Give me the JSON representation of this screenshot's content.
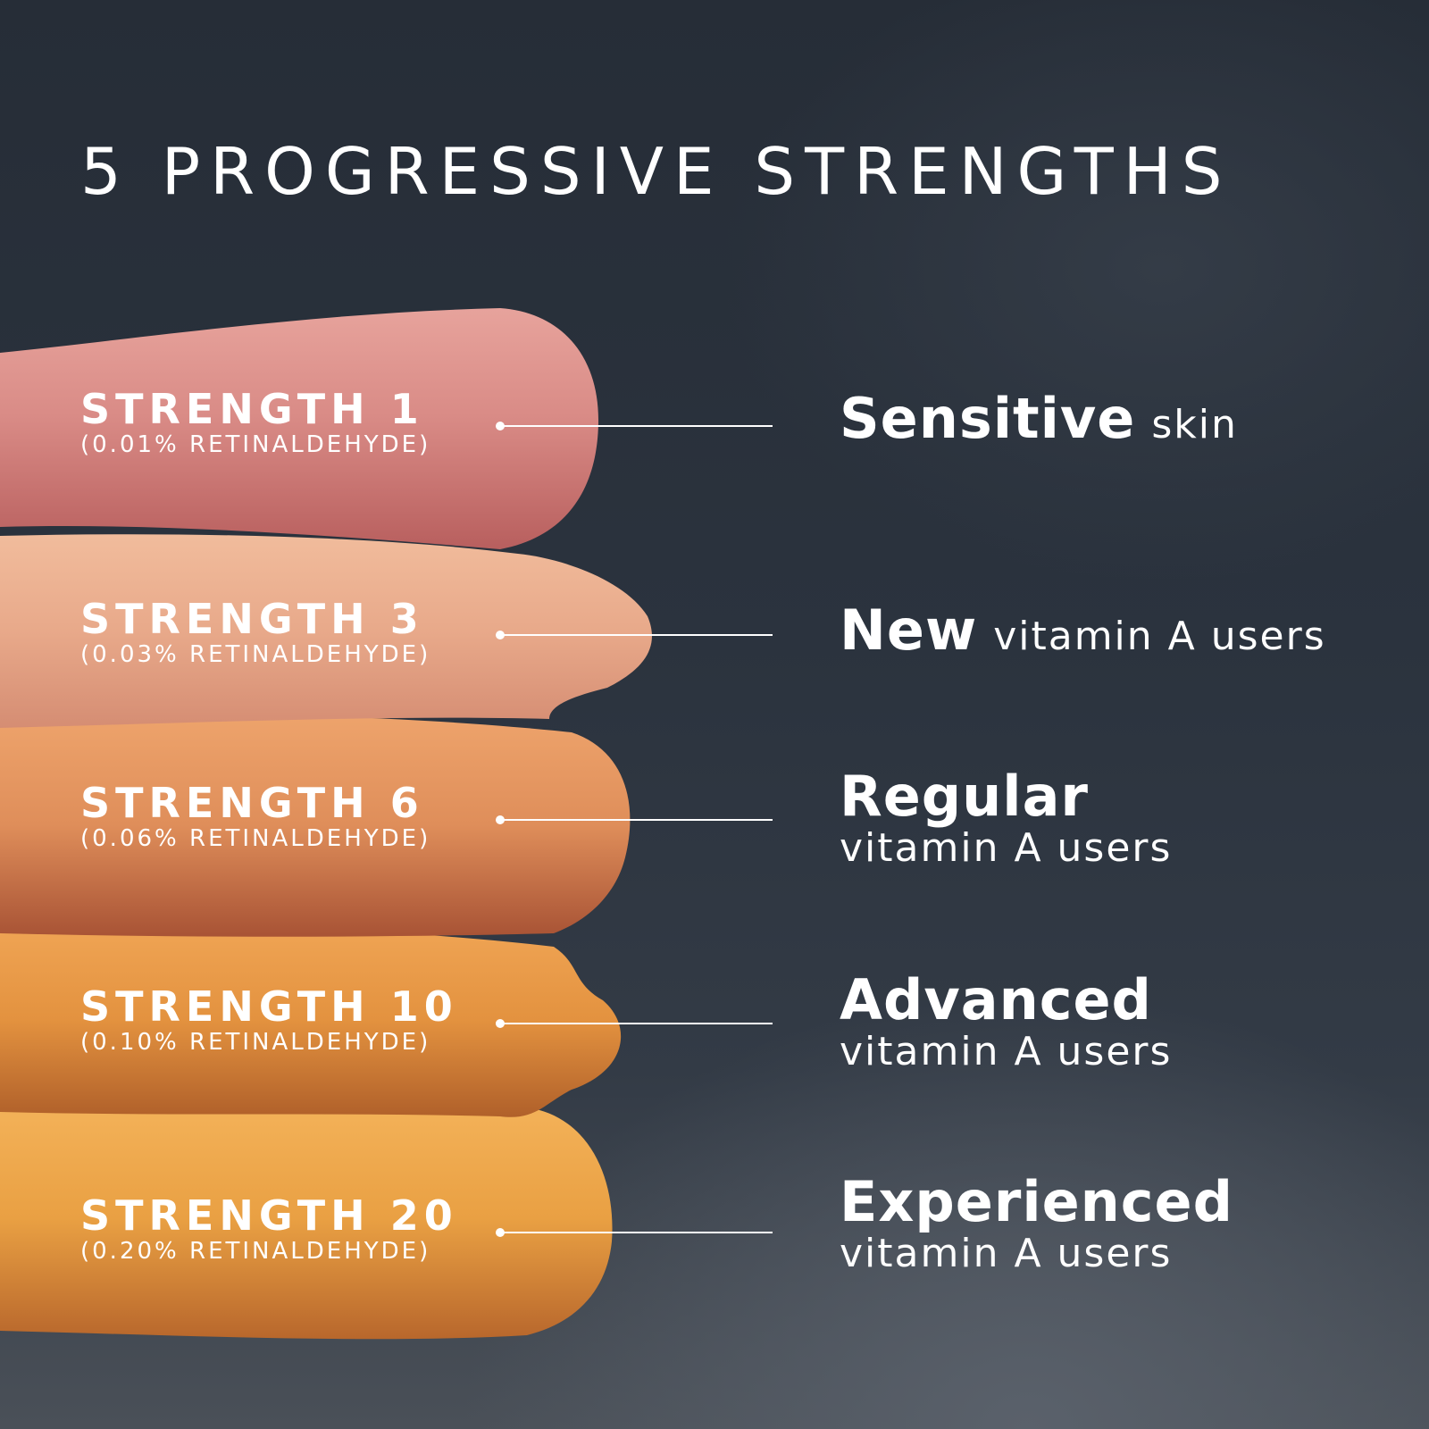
{
  "title": "5 PROGRESSIVE STRENGTHS",
  "colors": {
    "background": "#2a323d",
    "strength_1": "#d98b86",
    "strength_3": "#e8a98a",
    "strength_6": "#df8e5a",
    "strength_10": "#e3923f",
    "strength_20": "#e9a043",
    "text": "#ffffff"
  },
  "strengths": [
    {
      "name": "STRENGTH 1",
      "concentration": "(0.01% RETINALDEHYDE)",
      "audience_strong": "Sensitive",
      "audience_rest": "skin"
    },
    {
      "name": "STRENGTH 3",
      "concentration": "(0.03% RETINALDEHYDE)",
      "audience_strong": "New",
      "audience_rest": "vitamin A users"
    },
    {
      "name": "STRENGTH 6",
      "concentration": "(0.06% RETINALDEHYDE)",
      "audience_strong": "Regular",
      "audience_rest": "vitamin A users"
    },
    {
      "name": "STRENGTH 10",
      "concentration": "(0.10% RETINALDEHYDE)",
      "audience_strong": "Advanced",
      "audience_rest": "vitamin A users"
    },
    {
      "name": "STRENGTH 20",
      "concentration": "(0.20% RETINALDEHYDE)",
      "audience_strong": "Experienced",
      "audience_rest": "vitamin A users"
    }
  ]
}
